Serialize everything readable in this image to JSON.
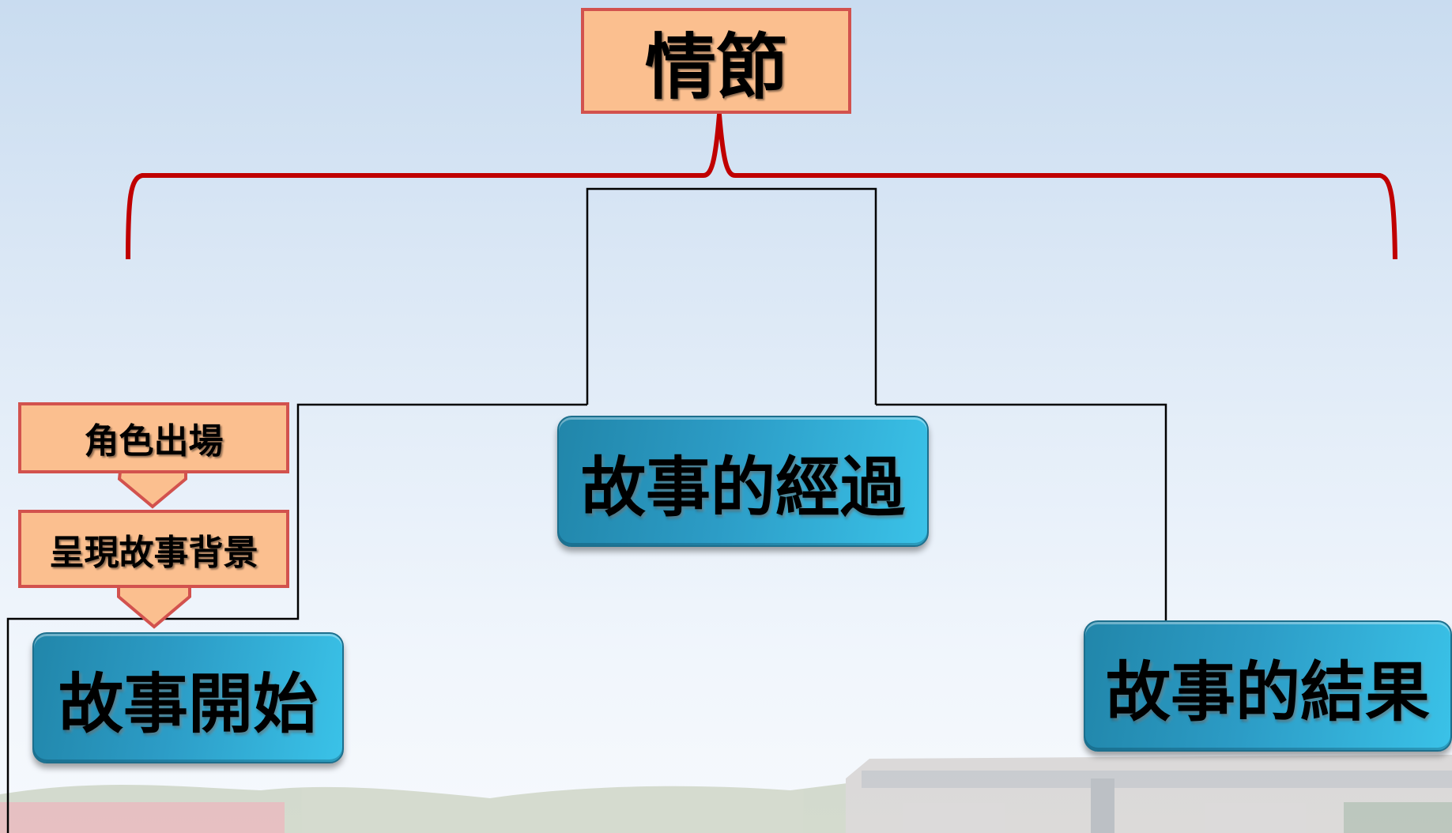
{
  "diagram": {
    "title": "情節",
    "steps": [
      "角色出場",
      "呈現故事背景"
    ],
    "branches": {
      "start": "故事開始",
      "middle": "故事的經過",
      "end": "故事的結果"
    }
  },
  "colors": {
    "orange_fill": "#fbbf8f",
    "orange_border": "#d2524e",
    "blue_fill": "#2c9cc6",
    "brace": "#c00000",
    "connector": "#000000"
  }
}
